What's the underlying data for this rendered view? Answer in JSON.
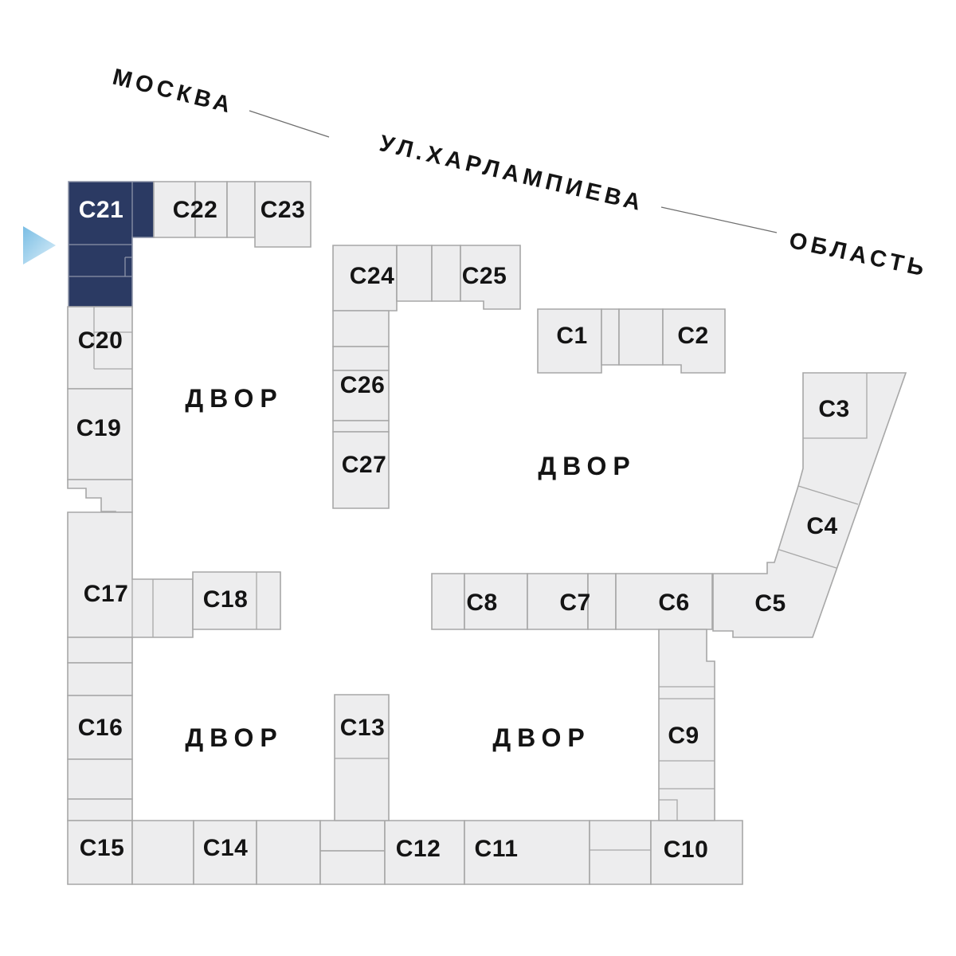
{
  "map": {
    "street": {
      "moscow": "МОСКВА",
      "name": "УЛ.ХАРЛАМПИЕВА",
      "oblast": "ОБЛАСТЬ"
    },
    "courtyards": [
      "ДВОР",
      "ДВОР",
      "ДВОР",
      "ДВОР"
    ],
    "buildings": {
      "c1": "С1",
      "c2": "С2",
      "c3": "С3",
      "c4": "С4",
      "c5": "С5",
      "c6": "С6",
      "c7": "С7",
      "c8": "С8",
      "c9": "С9",
      "c10": "С10",
      "c11": "С11",
      "c12": "С12",
      "c13": "С13",
      "c14": "С14",
      "c15": "С15",
      "c16": "С16",
      "c17": "С17",
      "c18": "С18",
      "c19": "С19",
      "c20": "С20",
      "c21": "С21",
      "c22": "С22",
      "c23": "С23",
      "c24": "С24",
      "c25": "С25",
      "c26": "С26",
      "c27": "С27"
    },
    "selected_building": "С21",
    "colors": {
      "background": "#ffffff",
      "building_fill": "#ededee",
      "building_stroke": "#a7a7a7",
      "highlight_fill": "#2b3a63",
      "highlight_label": "#ffffff",
      "label": "#141414",
      "street_line": "#6f6f6f",
      "arrow_gradient_start": "#79bde4",
      "arrow_gradient_end": "#dceff9"
    }
  }
}
